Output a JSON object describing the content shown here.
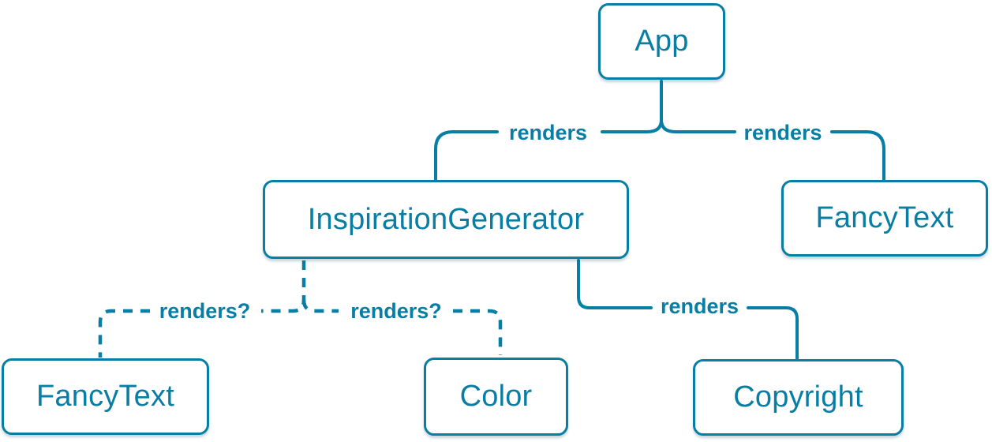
{
  "colors": {
    "accent": "#087ea4",
    "node_background": "#ffffff"
  },
  "nodes": [
    {
      "id": "app",
      "label": "App"
    },
    {
      "id": "inspiration-generator",
      "label": "InspirationGenerator"
    },
    {
      "id": "fancy-text-top",
      "label": "FancyText"
    },
    {
      "id": "fancy-text-bottom",
      "label": "FancyText"
    },
    {
      "id": "color",
      "label": "Color"
    },
    {
      "id": "copyright",
      "label": "Copyright"
    }
  ],
  "edges": [
    {
      "from": "App",
      "to": "InspirationGenerator",
      "label": "renders",
      "style": "solid"
    },
    {
      "from": "App",
      "to": "FancyText",
      "label": "renders",
      "style": "solid"
    },
    {
      "from": "InspirationGenerator",
      "to": "FancyText",
      "label": "renders?",
      "style": "dashed"
    },
    {
      "from": "InspirationGenerator",
      "to": "Color",
      "label": "renders?",
      "style": "dashed"
    },
    {
      "from": "InspirationGenerator",
      "to": "Copyright",
      "label": "renders",
      "style": "solid"
    }
  ]
}
